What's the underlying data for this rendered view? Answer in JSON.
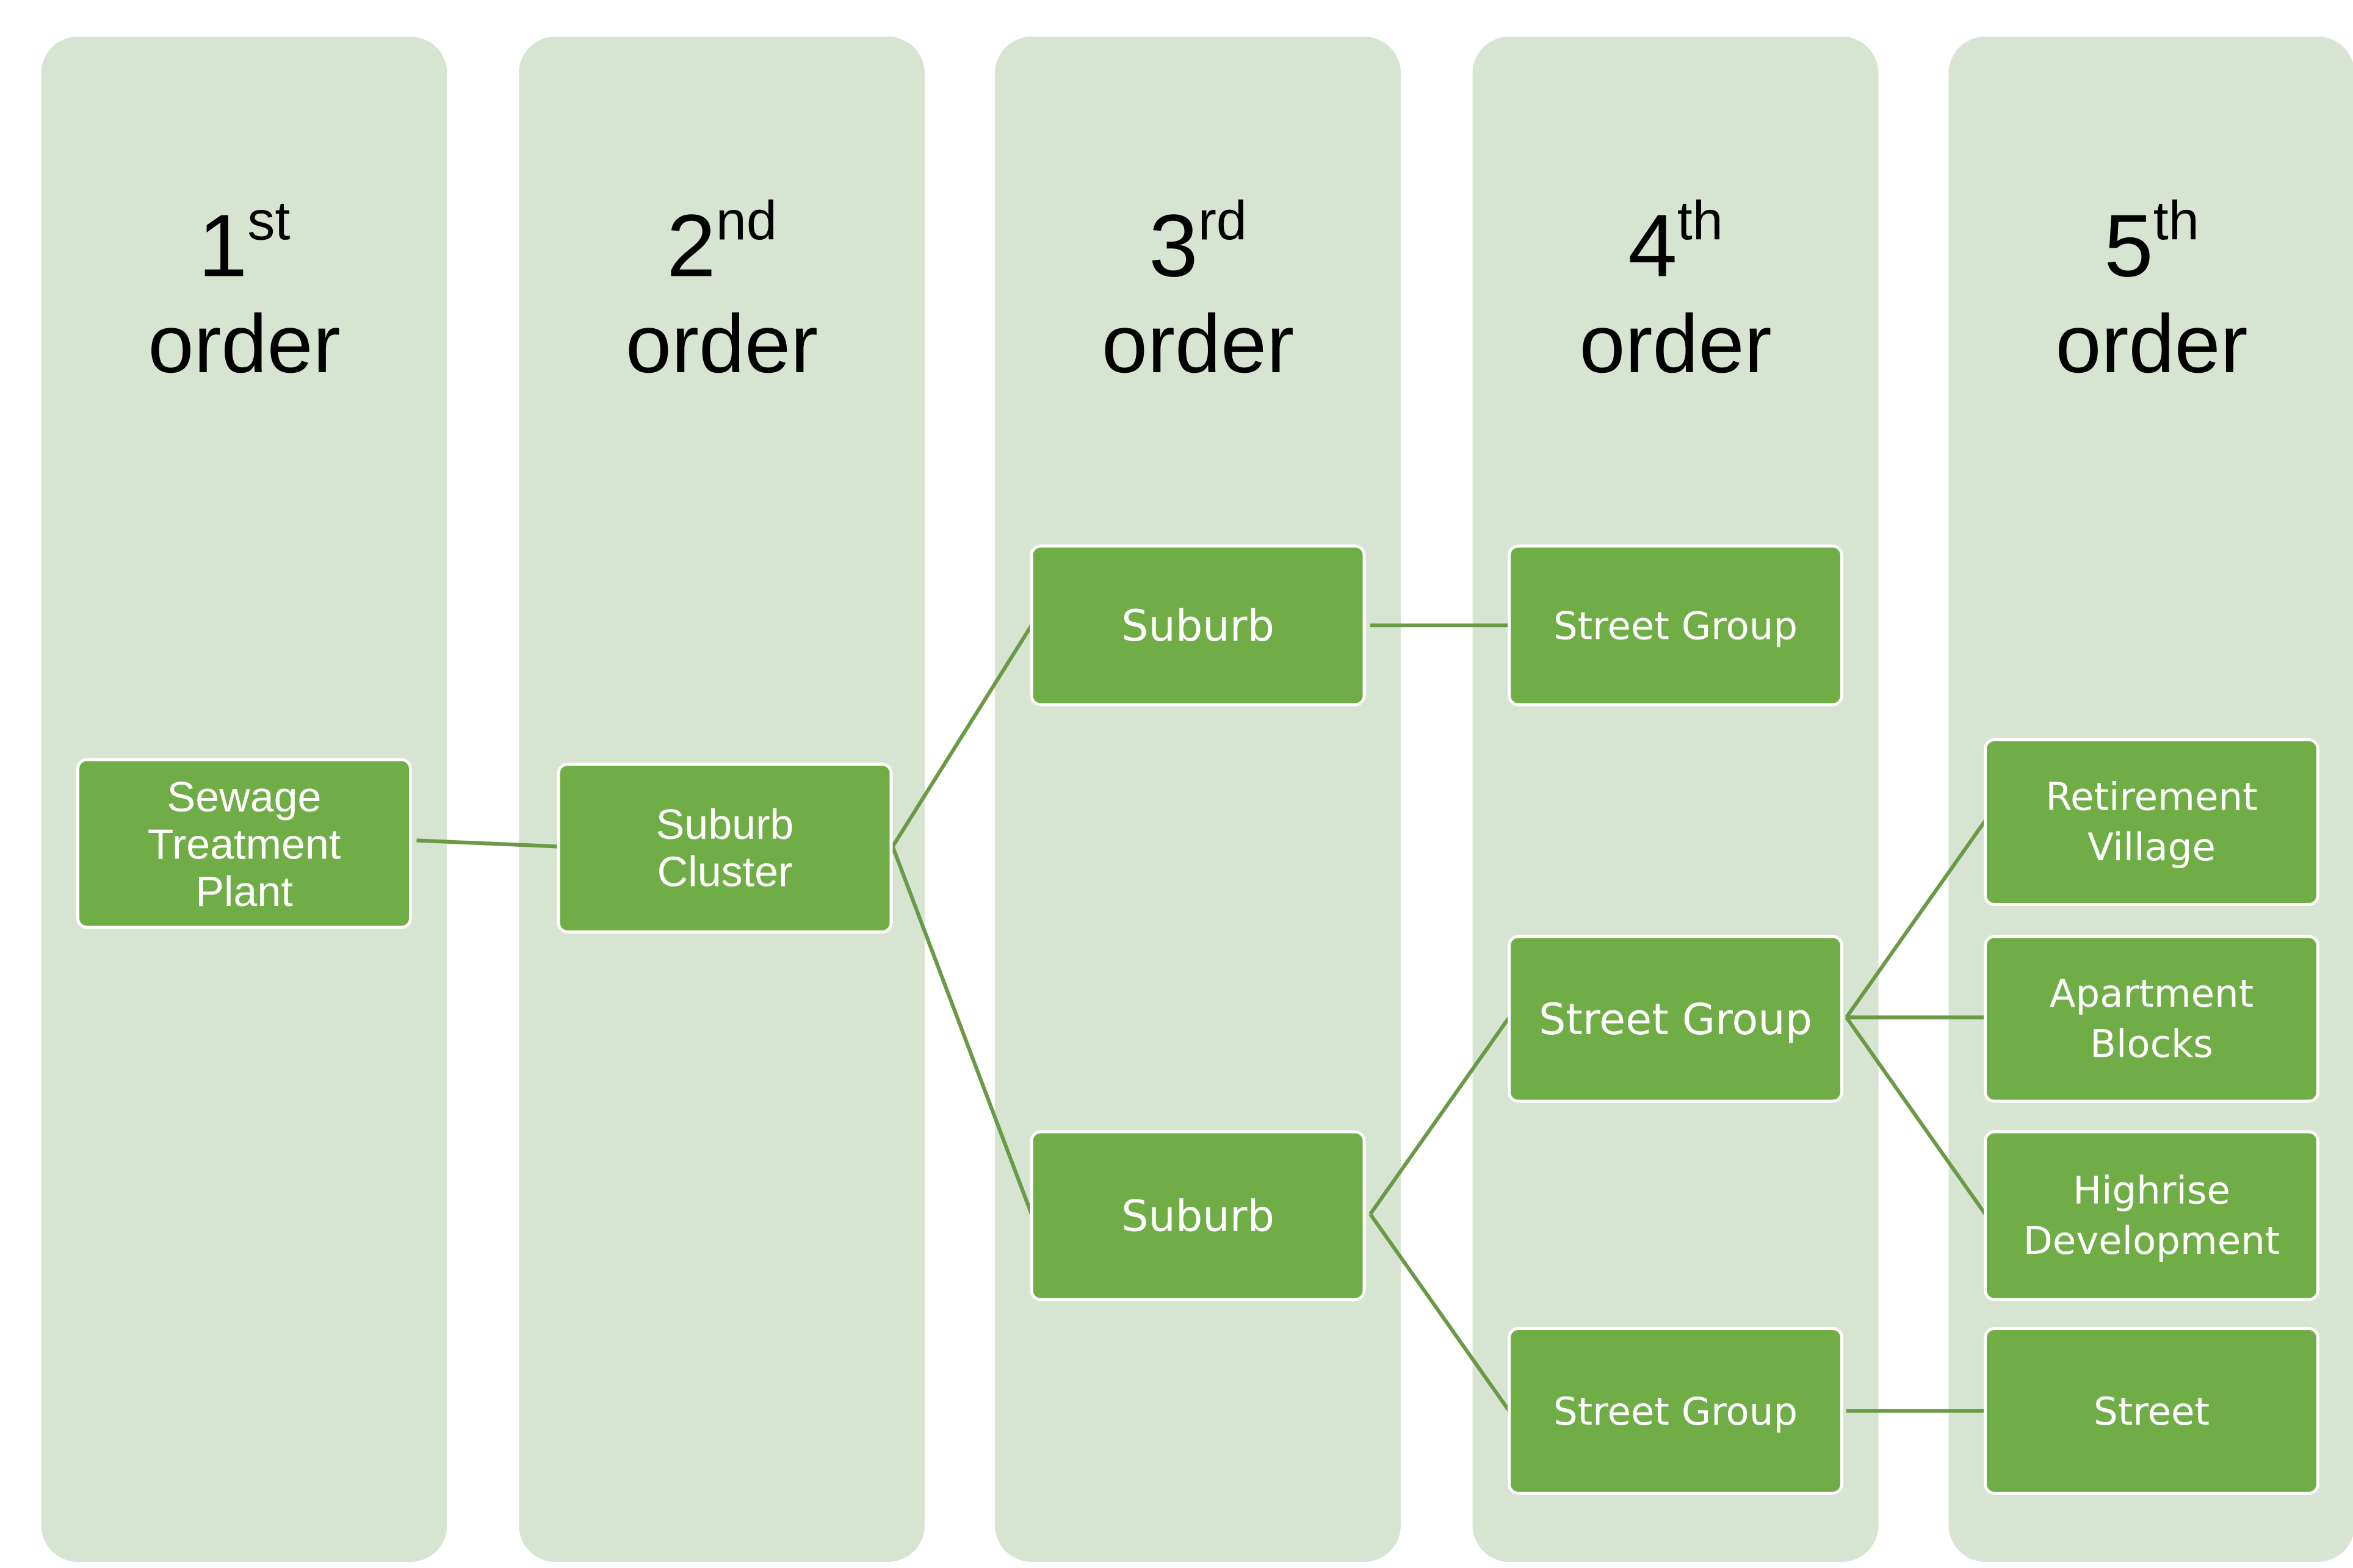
{
  "columns": [
    {
      "num": "1",
      "sup": "st",
      "word": "order"
    },
    {
      "num": "2",
      "sup": "nd",
      "word": "order"
    },
    {
      "num": "3",
      "sup": "rd",
      "word": "order"
    },
    {
      "num": "4",
      "sup": "th",
      "word": "order"
    },
    {
      "num": "5",
      "sup": "th",
      "word": "order"
    }
  ],
  "nodes": {
    "sewage_treatment_plant": "Sewage\nTreatment\nPlant",
    "suburb_cluster": "Suburb\nCluster",
    "suburb_1": "Suburb",
    "suburb_2": "Suburb",
    "street_group_1": "Street Group",
    "street_group_2": "Street Group",
    "street_group_3": "Street Group",
    "retirement_village": "Retirement\nVillage",
    "apartment_blocks": "Apartment\nBlocks",
    "highrise_development": "Highrise\nDevelopment",
    "street": "Street"
  },
  "colors": {
    "column": "#d7e4d1",
    "node": "#70ad47",
    "link": "#6a9a46"
  }
}
